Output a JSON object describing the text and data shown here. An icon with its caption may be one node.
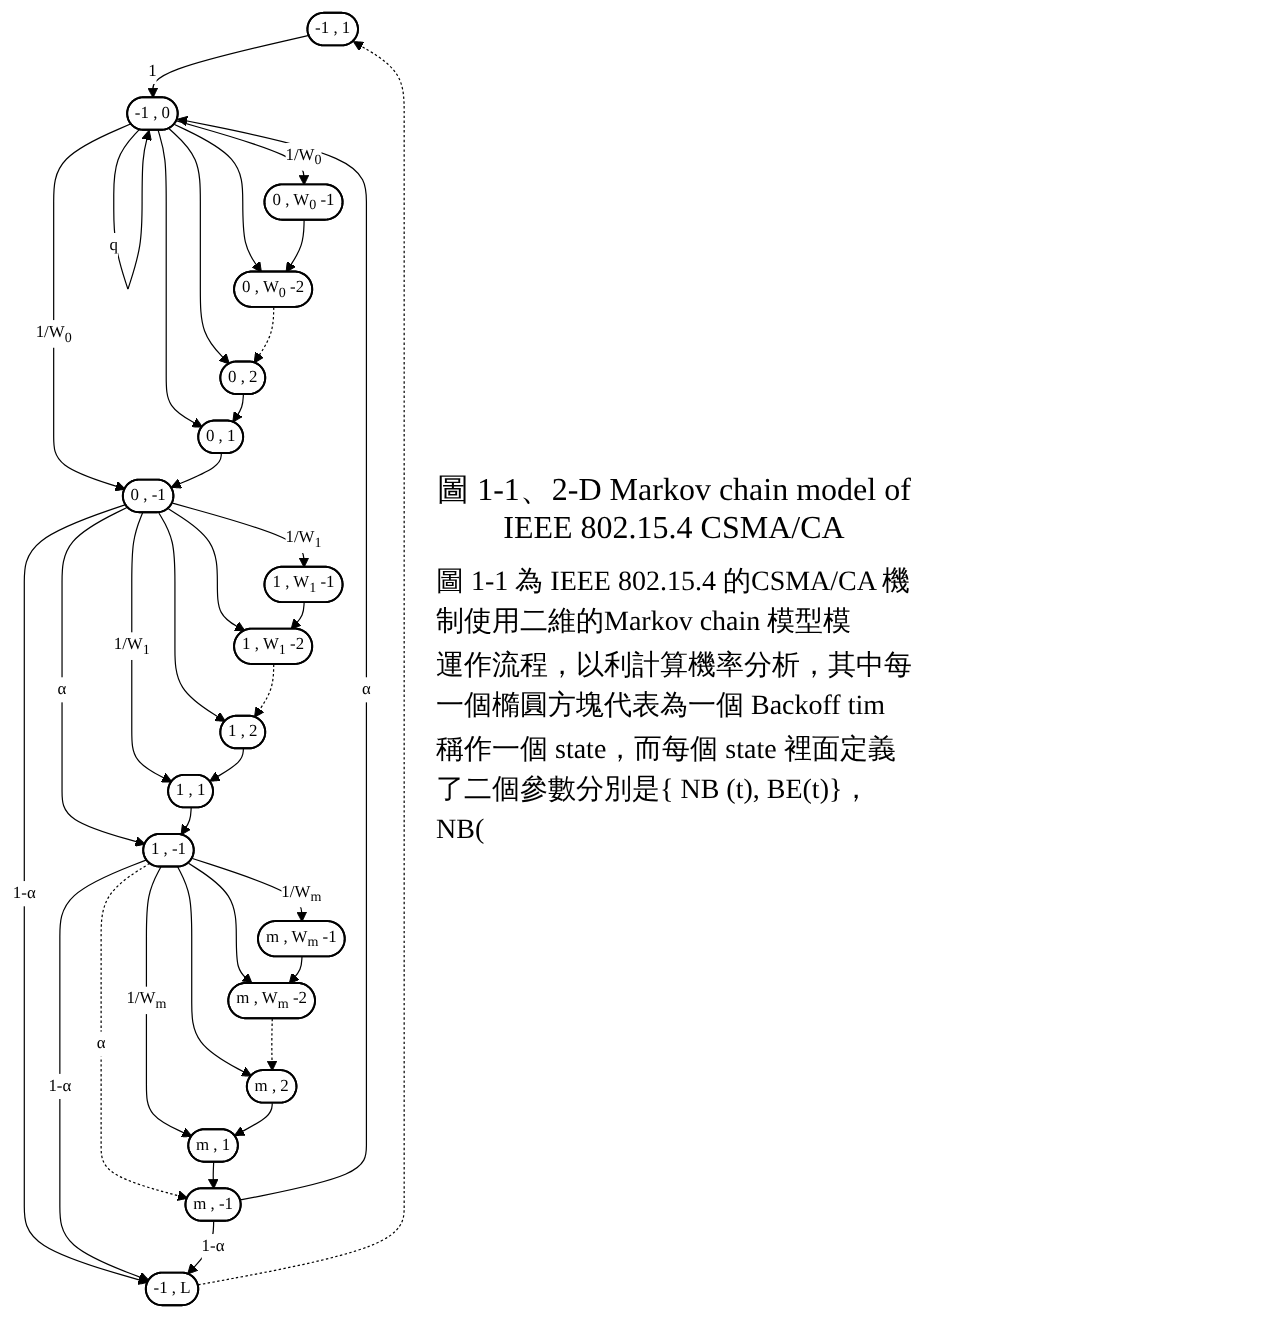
{
  "diagram": {
    "caption": "圖 1-1、2-D Markov chain model of IEEE 802.15.4 CSMA/CA",
    "nodes": [
      {
        "text": [
          "-1 , 1"
        ]
      },
      {
        "text": [
          "-1 , 0"
        ]
      },
      {
        "text": [
          "-1 , L"
        ]
      },
      {
        "text": [
          "0 , -1"
        ]
      },
      {
        "text": [
          "0 , 1"
        ]
      },
      {
        "text": [
          "0 , 2"
        ]
      },
      {
        "text": [
          "0 , W$_{0}$ -2"
        ]
      },
      {
        "text": [
          "0 , W$_{0}$ -1"
        ]
      },
      {
        "text": [
          "1 , -1"
        ]
      },
      {
        "text": [
          "1 , 1"
        ]
      },
      {
        "text": [
          "1 , 2"
        ]
      },
      {
        "text": [
          "1 , W$_{1}$ -2"
        ]
      },
      {
        "text": [
          "1 , W$_{1}$ -1"
        ]
      },
      {
        "text": [
          "m , -1"
        ]
      },
      {
        "text": [
          "m , 1"
        ]
      },
      {
        "text": [
          "m , 2"
        ]
      },
      {
        "text": [
          "m , W$_{m}$ -2"
        ]
      },
      {
        "text": [
          "m , W$_{m}$ -1"
        ]
      }
    ],
    "edges": [
      {
        "from": 0,
        "to": 1,
        "arrow": "to",
        "label": "1"
      },
      {
        "from": 1,
        "to": 1,
        "arrow": "to",
        "label": "q"
      },
      {
        "from": 1,
        "to": 3,
        "arrow": "to",
        "label": "1/W$_{0}$"
      },
      {
        "from": 1,
        "to": 4,
        "arrow": "to"
      },
      {
        "from": 1,
        "to": 5,
        "arrow": "to"
      },
      {
        "from": 1,
        "to": 6,
        "arrow": "to"
      },
      {
        "from": 1,
        "to": 7,
        "arrow": "to",
        "label": "1/W$_{0}$"
      },
      {
        "from": 4,
        "to": 3,
        "arrow": "to"
      },
      {
        "from": 5,
        "to": 4,
        "arrow": "to"
      },
      {
        "from": 6,
        "to": 5,
        "arrow": "to",
        "style": "dashed"
      },
      {
        "from": 7,
        "to": 6,
        "arrow": "to"
      },
      {
        "from": 3,
        "to": 2,
        "arrow": "to",
        "label": "1-α"
      },
      {
        "from": 2,
        "to": 0,
        "arrow": "to",
        "style": "dashed"
      },
      {
        "from": 3,
        "to": 8,
        "arrow": "to",
        "label": "α"
      },
      {
        "from": 3,
        "to": 9,
        "arrow": "to",
        "label": "1/W$_{1}$"
      },
      {
        "from": 3,
        "to": 10,
        "arrow": "to"
      },
      {
        "from": 3,
        "to": 11,
        "arrow": "to"
      },
      {
        "from": 3,
        "to": 12,
        "arrow": "to",
        "label": "1/W$_{1}$"
      },
      {
        "from": 9,
        "to": 8,
        "arrow": "to"
      },
      {
        "from": 10,
        "to": 9,
        "arrow": "to"
      },
      {
        "from": 11,
        "to": 10,
        "arrow": "to",
        "style": "dashed"
      },
      {
        "from": 12,
        "to": 11,
        "arrow": "to"
      },
      {
        "from": 8,
        "to": 2,
        "arrow": "to",
        "label": "1-α"
      },
      {
        "from": 8,
        "to": 13,
        "arrow": "to",
        "label": "α",
        "style": "dashed"
      },
      {
        "from": 8,
        "to": 14,
        "arrow": "to",
        "label": "1/W$_{m}$"
      },
      {
        "from": 8,
        "to": 15,
        "arrow": "to"
      },
      {
        "from": 8,
        "to": 16,
        "arrow": "to"
      },
      {
        "from": 8,
        "to": 17,
        "arrow": "to",
        "label": "1/W$_{m}$"
      },
      {
        "from": 14,
        "to": 13,
        "arrow": "to"
      },
      {
        "from": 15,
        "to": 14,
        "arrow": "to"
      },
      {
        "from": 16,
        "to": 15,
        "arrow": "to",
        "style": "dashed"
      },
      {
        "from": 17,
        "to": 16,
        "arrow": "to"
      },
      {
        "from": 13,
        "to": 2,
        "arrow": "to",
        "label": "1-α"
      },
      {
        "from": 13,
        "to": 1,
        "arrow": "to",
        "label": "α"
      }
    ],
    "labels": [
      "圖 1-1 為 IEEE 802.15.4 的CSMA/CA 機制使用二維的Markov chain 模型模",
      "運作流程，以利計算機率分析，其中每一個橢圓方塊代表為一個 Backoff tim",
      "稱作一個 state，而每個 state 裡面定義了二個參數分別是{ NB (t), BE(t)}，NB("
    ]
  }
}
